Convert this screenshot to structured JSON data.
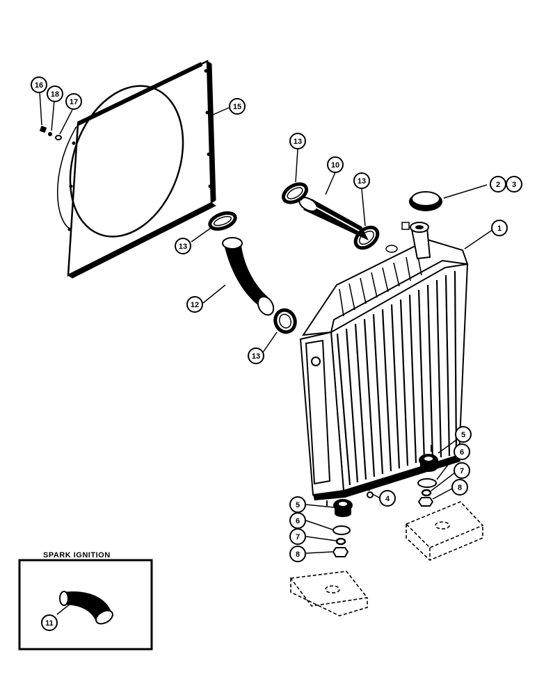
{
  "callouts": {
    "n1": "1",
    "n2": "2",
    "n3": "3",
    "n4": "4",
    "n5": "5",
    "n6": "6",
    "n7": "7",
    "n8": "8",
    "n10": "10",
    "n11": "11",
    "n12": "12",
    "n13": "13",
    "n15": "15",
    "n16": "16",
    "n17": "17",
    "n18": "18"
  },
  "inset": {
    "title": "SPARK IGNITION"
  },
  "colors": {
    "ink": "#000000",
    "paper": "#ffffff"
  }
}
